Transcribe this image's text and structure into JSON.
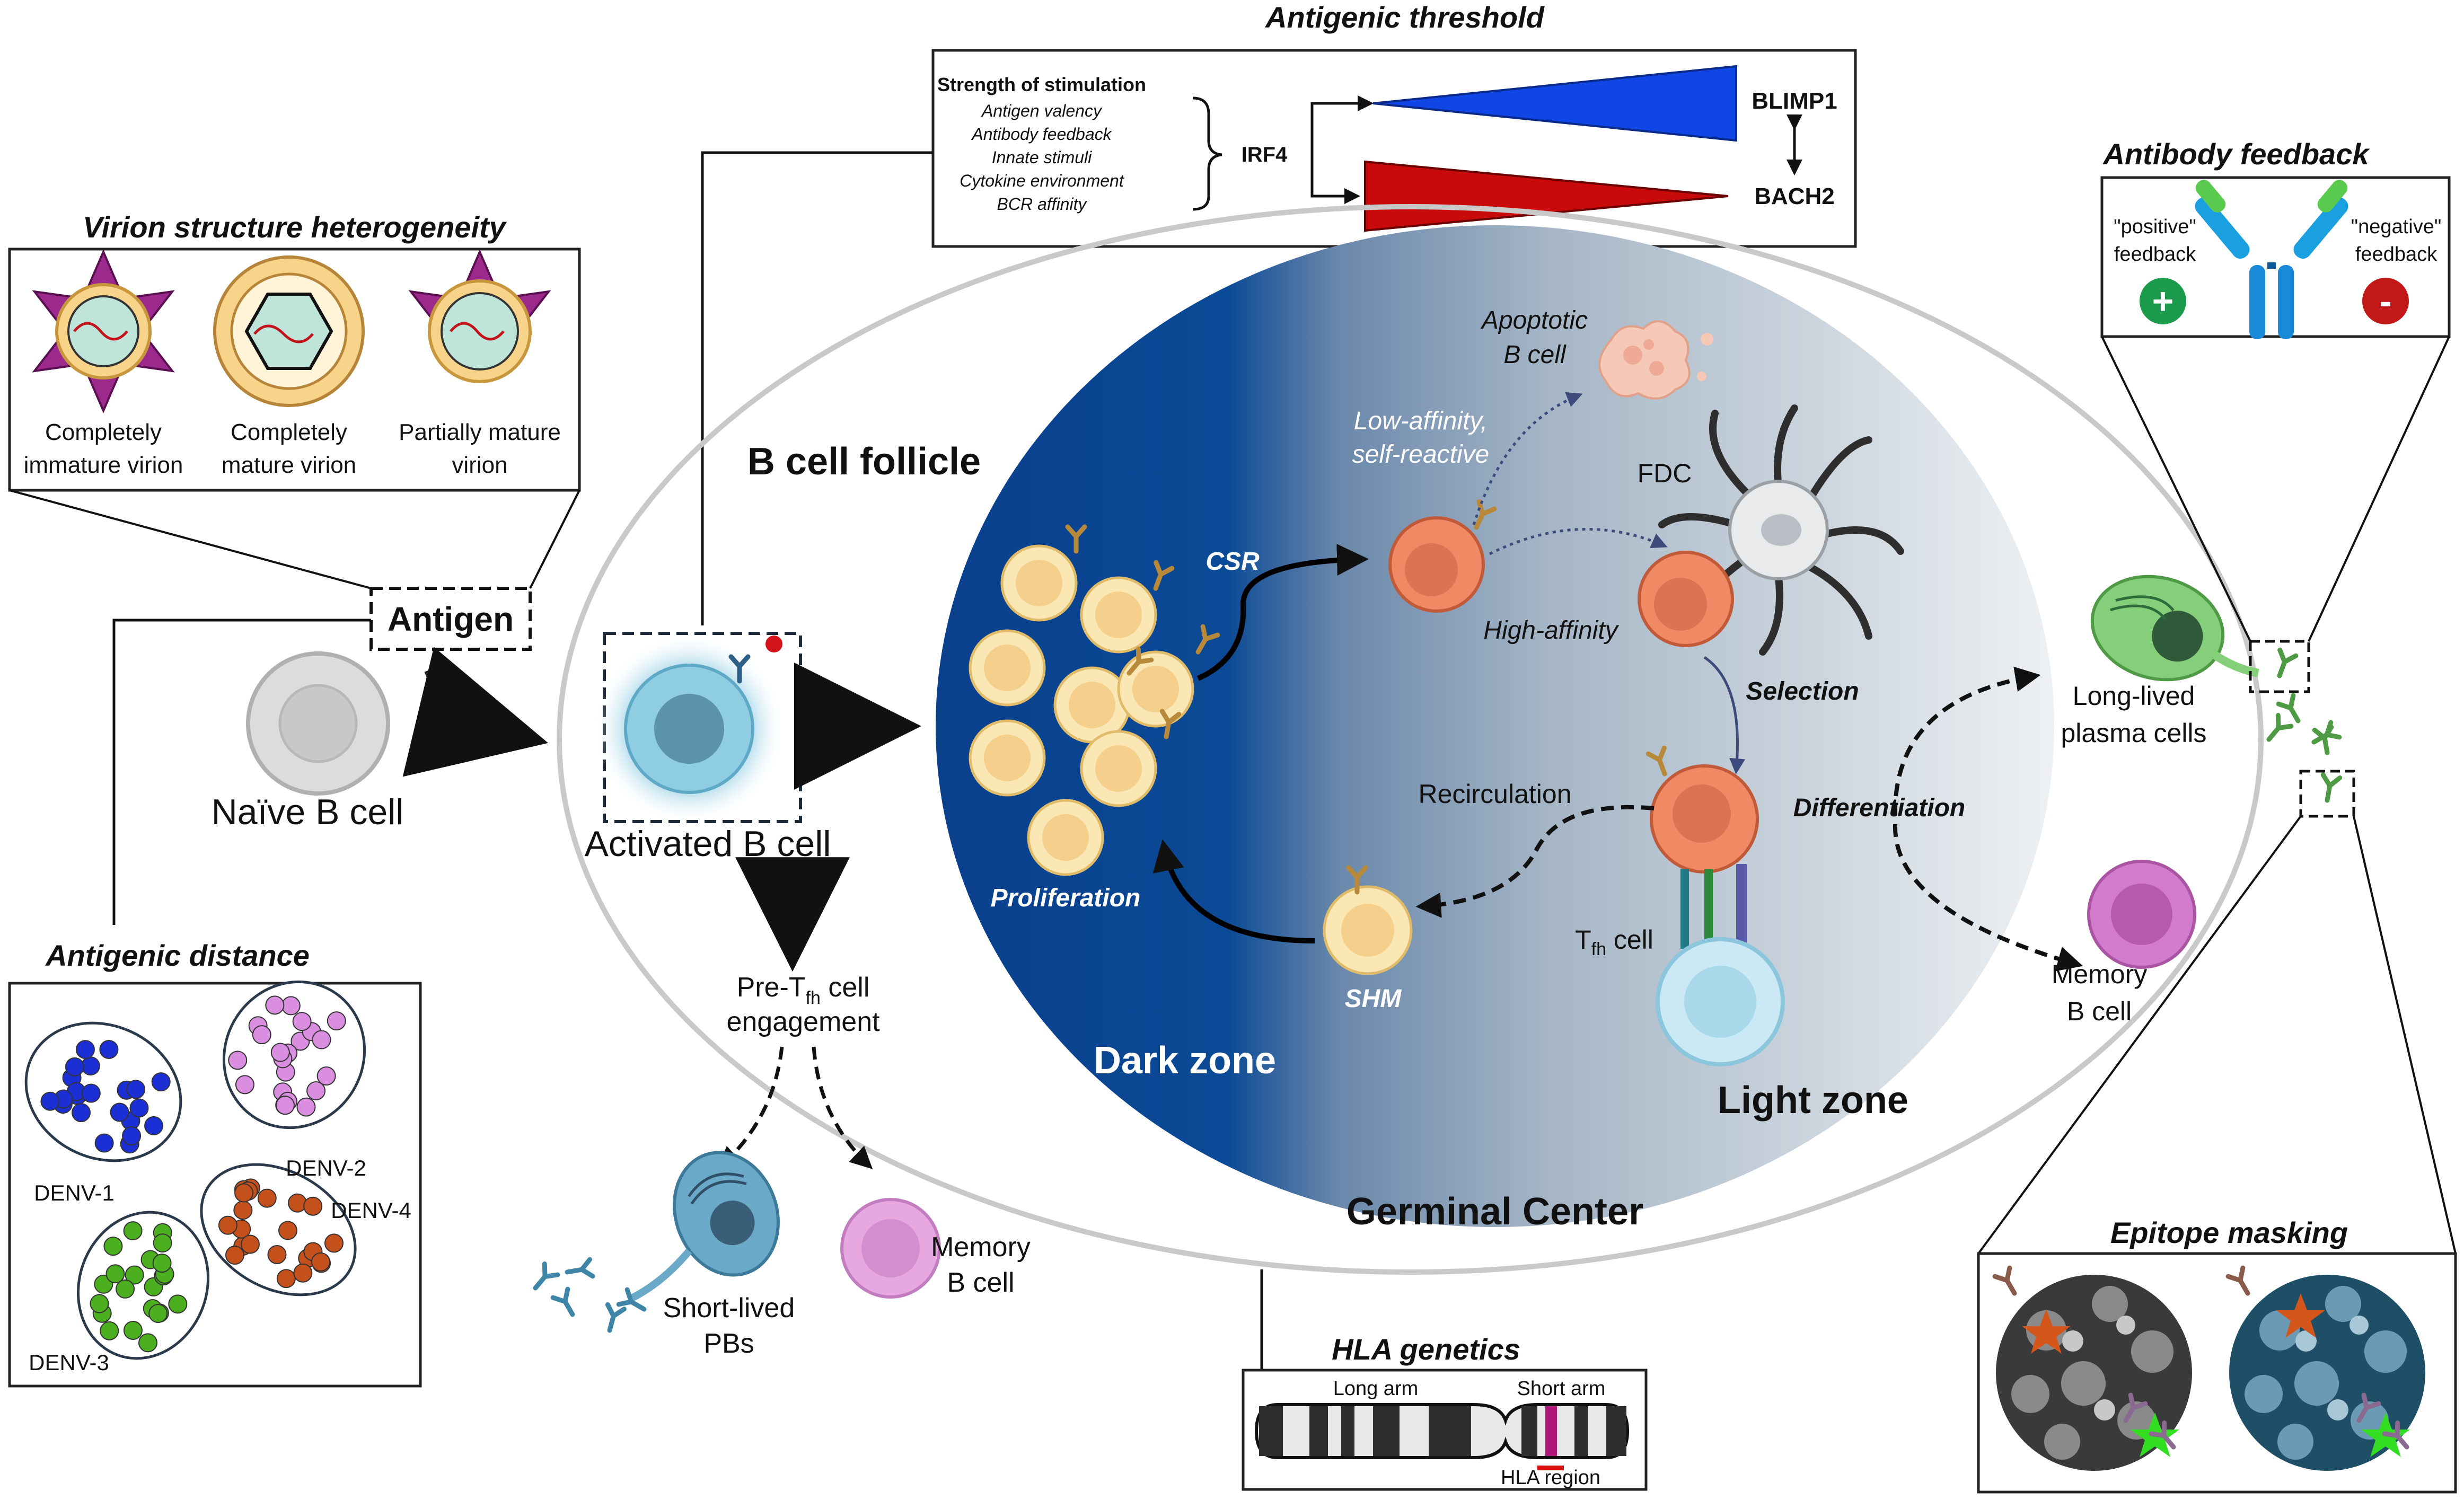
{
  "antigenic_threshold": {
    "title": "Antigenic threshold",
    "strength_title": "Strength of stimulation",
    "factors": [
      "Antigen valency",
      "Antibody feedback",
      "Innate stimuli",
      "Cytokine environment",
      "BCR affinity"
    ],
    "irf4": "IRF4",
    "blimp1": "BLIMP1",
    "bach2": "BACH2",
    "colors": {
      "blimp1": "#1146e6",
      "bach2": "#c80a0a"
    }
  },
  "virion": {
    "title": "Virion structure heterogeneity",
    "items": [
      {
        "line1": "Completely",
        "line2": "immature virion"
      },
      {
        "line1": "Completely",
        "line2": "mature virion"
      },
      {
        "line1": "Partially mature",
        "line2": "virion"
      }
    ]
  },
  "antigen_label": "Antigen",
  "naive_b_cell": "Naïve B cell",
  "activated_b_cell": "Activated B cell",
  "b_cell_follicle": "B cell follicle",
  "pre_tfh": {
    "line1_main": "Pre-T",
    "line1_sub": "fh",
    "line1_tail": " cell",
    "line2": "engagement"
  },
  "short_lived": {
    "line1": "Short-lived",
    "line2": "PBs"
  },
  "memory_left": {
    "line1": "Memory",
    "line2": "B cell"
  },
  "antigenic_distance": {
    "title": "Antigenic distance",
    "serotypes": [
      {
        "name": "DENV-1",
        "color": "#1b2fd4"
      },
      {
        "name": "DENV-2",
        "color": "#d98ee0"
      },
      {
        "name": "DENV-3",
        "color": "#4caf1f"
      },
      {
        "name": "DENV-4",
        "color": "#c4501c"
      }
    ]
  },
  "germinal_center": {
    "title": "Germinal Center",
    "dark_zone": "Dark zone",
    "light_zone": "Light zone",
    "proliferation": "Proliferation",
    "csr": "CSR",
    "shm": "SHM",
    "apoptotic_line1": "Apoptotic",
    "apoptotic_line2": "B cell",
    "low_affinity_line1": "Low-affinity,",
    "low_affinity_line2": "self-reactive",
    "fdc": "FDC",
    "high_affinity": "High-affinity",
    "selection": "Selection",
    "differentiation": "Differentiation",
    "recirculation": "Recirculation",
    "tfh_main": "T",
    "tfh_sub": "fh",
    "tfh_tail": " cell",
    "colors": {
      "dark": "#0a3f8c",
      "light": "#eef1f3"
    }
  },
  "right_side": {
    "plasma_line1": "Long-lived",
    "plasma_line2": "plasma cells",
    "memory_line1": "Memory",
    "memory_line2": "B cell"
  },
  "antibody_feedback": {
    "title": "Antibody feedback",
    "positive_line1": "\"positive\"",
    "positive_line2": "feedback",
    "negative_line1": "\"negative\"",
    "negative_line2": "feedback",
    "plus_symbol": "+",
    "minus_symbol": "-",
    "colors": {
      "positive": "#1a9a4a",
      "negative": "#c21818"
    }
  },
  "hla": {
    "title": "HLA genetics",
    "long_arm": "Long arm",
    "short_arm": "Short arm",
    "region": "HLA region"
  },
  "epitope": {
    "title": "Epitope masking"
  }
}
